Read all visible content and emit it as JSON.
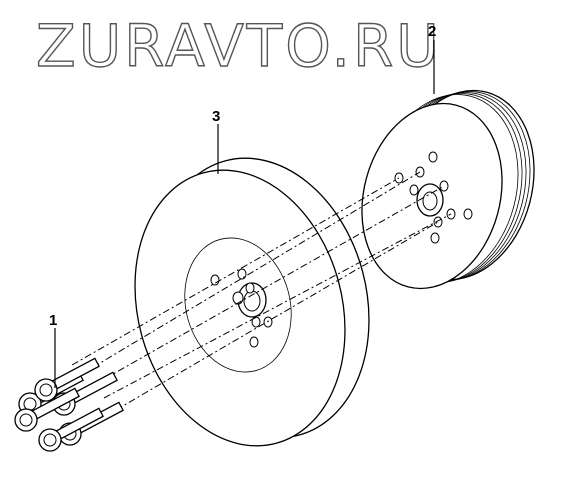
{
  "watermark": "ZURAVTO.RU",
  "callouts": {
    "part_1": "1",
    "part_2": "2",
    "part_3": "3"
  },
  "colors": {
    "line": "#000000",
    "background": "#ffffff",
    "watermark_outline": "#555555"
  }
}
